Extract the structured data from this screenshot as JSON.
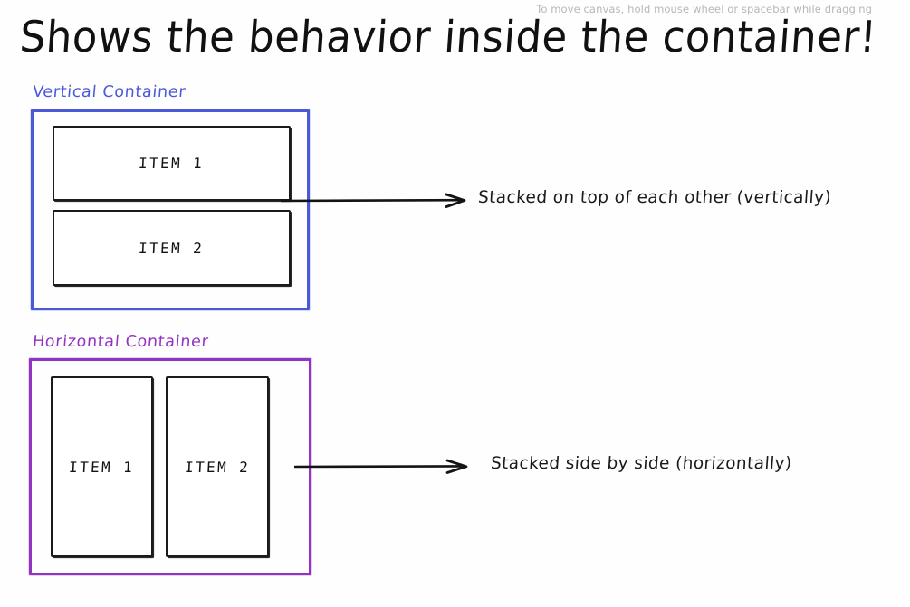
{
  "canvas": {
    "hint": "To move canvas, hold mouse wheel or spacebar while dragging",
    "background_color": "#fefefe"
  },
  "title": "Shows the behavior inside the container!",
  "sections": [
    {
      "id": "vertical",
      "label": "Vertical Container",
      "accent_color": "#4a5ad6",
      "direction": "column",
      "items": [
        {
          "label": "ITEM 1"
        },
        {
          "label": "ITEM 2"
        }
      ],
      "annotation": "Stacked on top of each other (vertically)"
    },
    {
      "id": "horizontal",
      "label": "Horizontal Container",
      "accent_color": "#9333c4",
      "direction": "row",
      "items": [
        {
          "label": "ITEM 1"
        },
        {
          "label": "ITEM 2"
        }
      ],
      "annotation": "Stacked side by side (horizontally)"
    }
  ],
  "colors": {
    "ink": "#1b1b1b",
    "blue": "#4a5ad6",
    "purple": "#9333c4",
    "hint_gray": "#b7b7b7"
  }
}
